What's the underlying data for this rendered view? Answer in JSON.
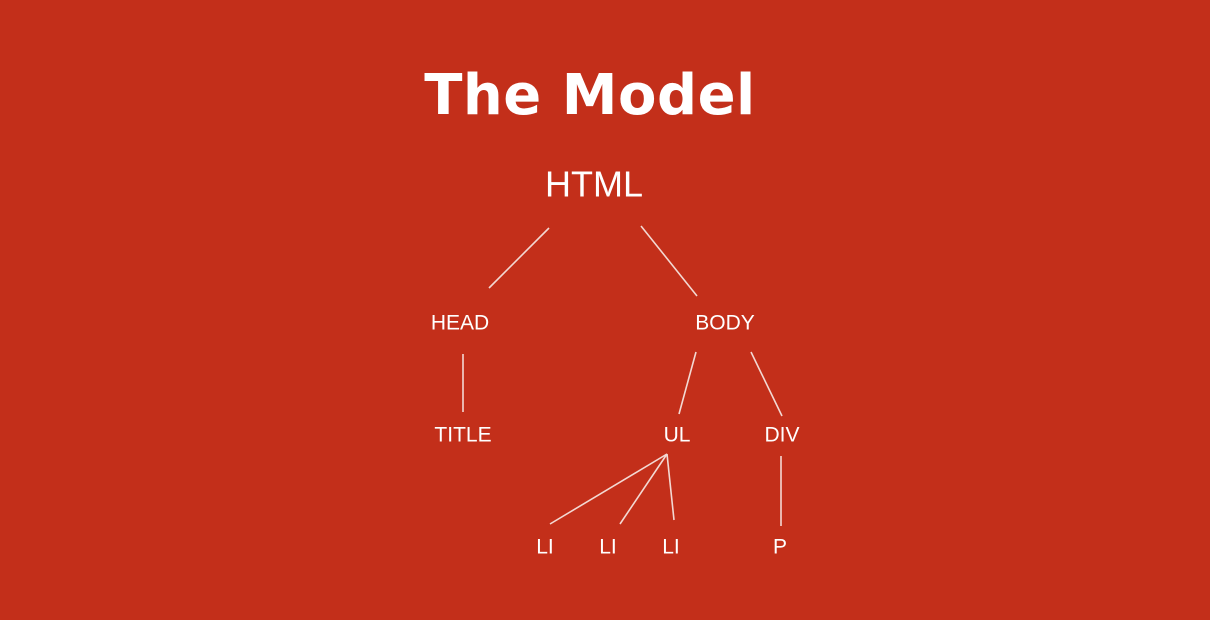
{
  "slide": {
    "title": "The Model"
  },
  "tree": {
    "colors": {
      "background": "#c32f1a",
      "text": "#ffffff",
      "edge": "#f3d9d3"
    },
    "nodes": {
      "html": "HTML",
      "head": "HEAD",
      "body": "BODY",
      "title": "TITLE",
      "ul": "UL",
      "div": "DIV",
      "li1": "LI",
      "li2": "LI",
      "li3": "LI",
      "p": "P"
    },
    "edges": [
      [
        "html",
        "head"
      ],
      [
        "html",
        "body"
      ],
      [
        "head",
        "title"
      ],
      [
        "body",
        "ul"
      ],
      [
        "body",
        "div"
      ],
      [
        "ul",
        "li1"
      ],
      [
        "ul",
        "li2"
      ],
      [
        "ul",
        "li3"
      ],
      [
        "div",
        "p"
      ]
    ]
  }
}
